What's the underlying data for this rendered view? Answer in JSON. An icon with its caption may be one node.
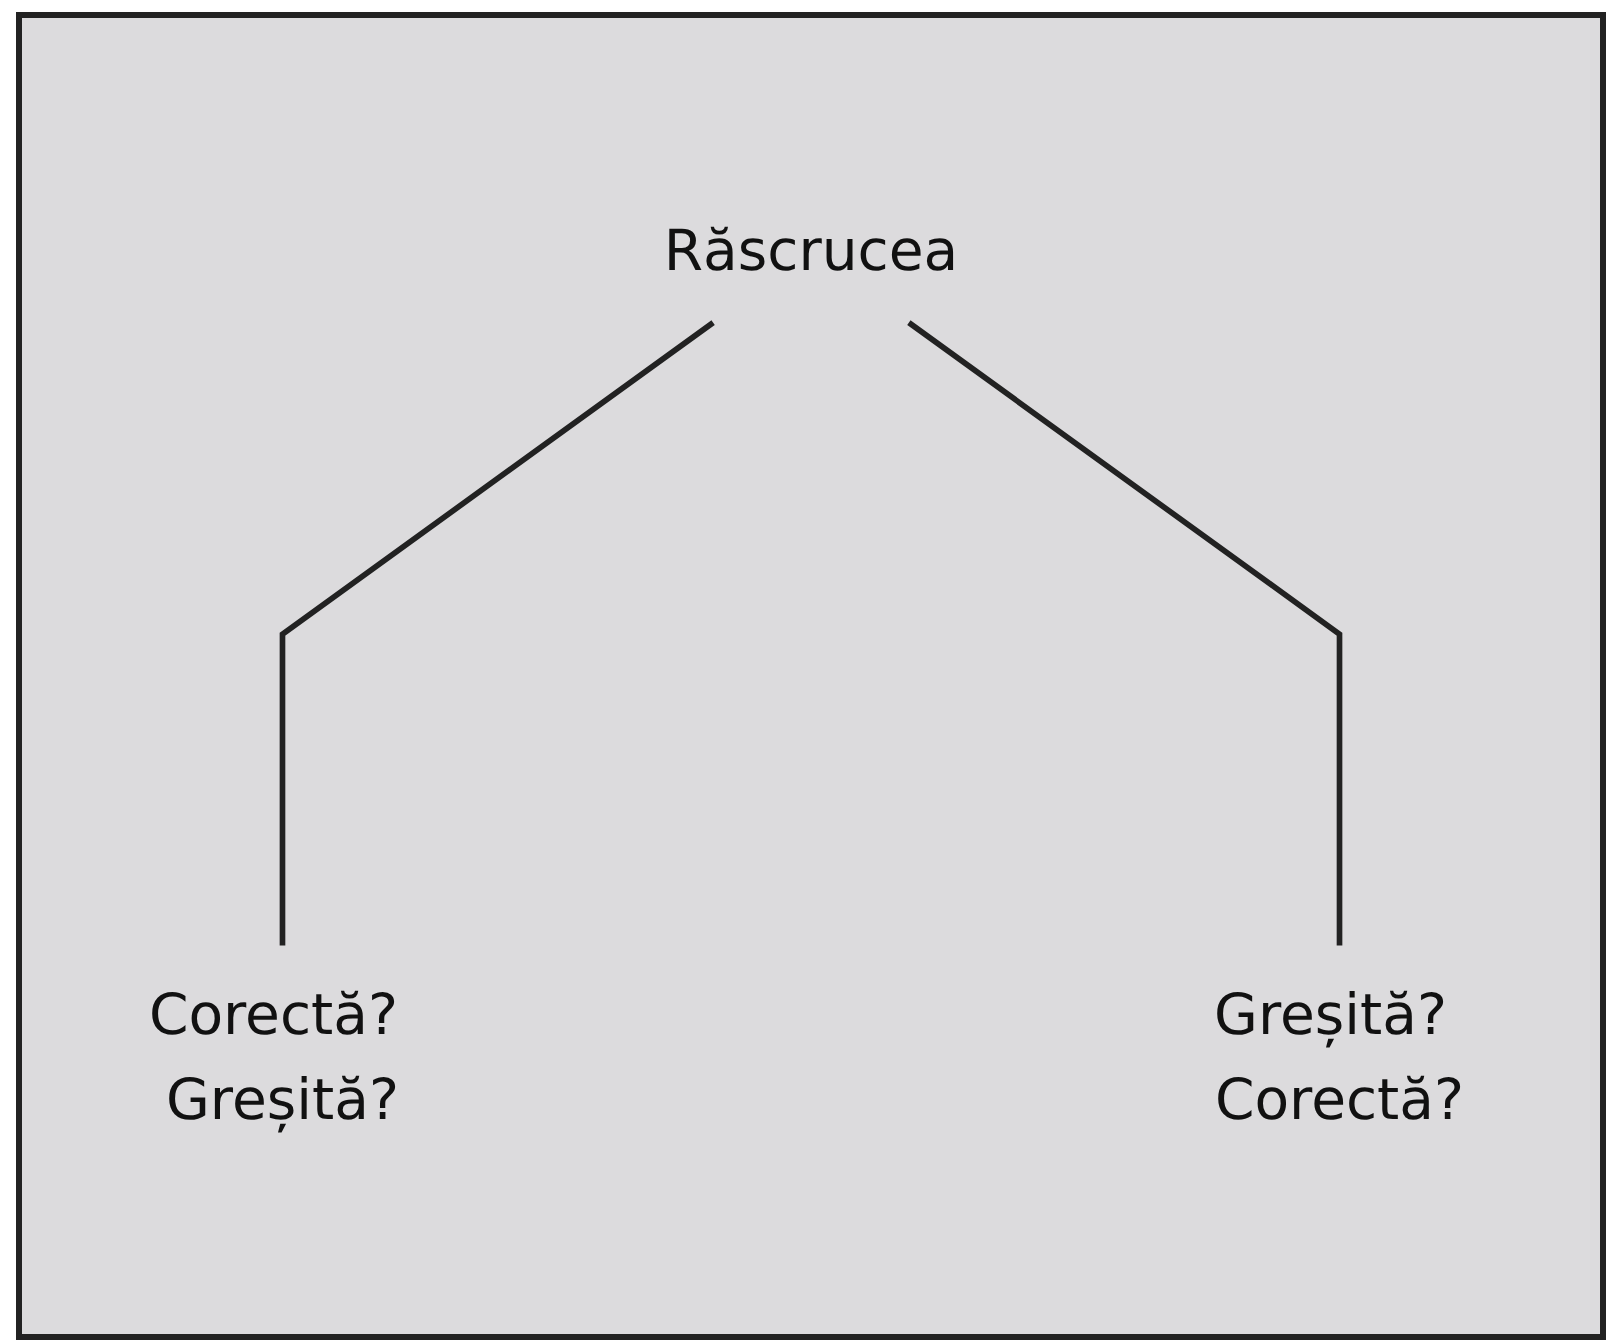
{
  "diagram": {
    "nodes": [
      {
        "text": [
          "Răscrucea"
        ]
      },
      {
        "text": [
          "Corectă? Greșită?"
        ]
      },
      {
        "text": [
          "Greșită? Corectă?"
        ]
      }
    ],
    "edges": [
      {
        "from": 0,
        "to": 1,
        "arrow": "none"
      },
      {
        "from": 0,
        "to": 2,
        "arrow": "none"
      }
    ]
  }
}
